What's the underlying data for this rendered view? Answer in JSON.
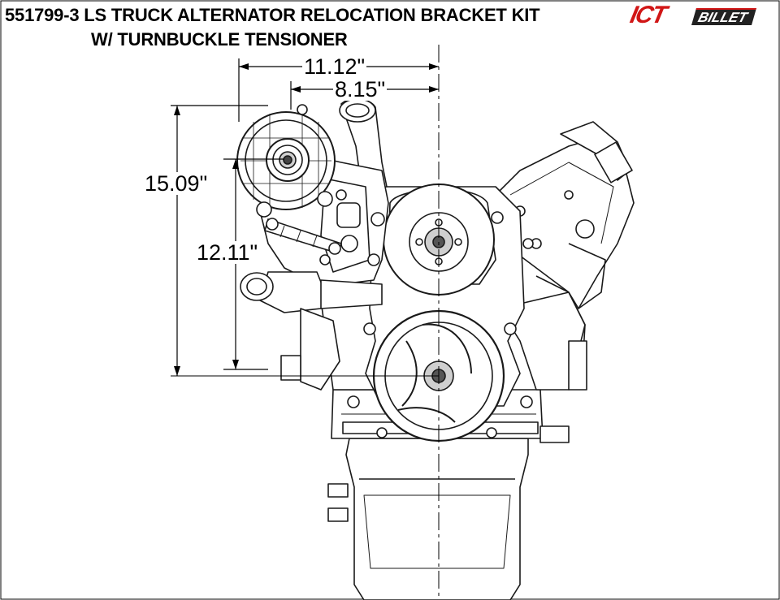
{
  "title": {
    "line1": "551799-3 LS TRUCK ALTERNATOR RELOCATION BRACKET KIT",
    "line2": "W/ TURNBUCKLE TENSIONER"
  },
  "logo": {
    "text_ict": "ICT",
    "text_billet": "BILLET",
    "colors": {
      "red": "#d11616",
      "dark": "#222222"
    }
  },
  "dimensions": [
    {
      "id": "overall-width",
      "label": "11.12\""
    },
    {
      "id": "alternator-offset",
      "label": "8.15\""
    },
    {
      "id": "overall-height",
      "label": "15.09\""
    },
    {
      "id": "alternator-height",
      "label": "12.11\""
    }
  ],
  "colors": {
    "line": "#1a1a1a",
    "fill": "#ffffff",
    "shade": "#d9d9d9"
  }
}
